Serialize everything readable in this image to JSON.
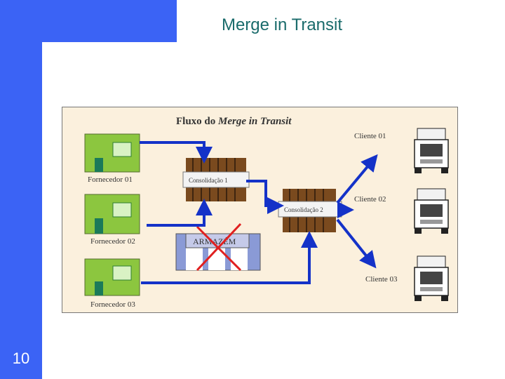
{
  "slide": {
    "title": "Merge in Transit",
    "page_number": "10"
  },
  "diagram": {
    "heading_prefix": "Fluxo do ",
    "heading_italic": "Merge in Transit",
    "suppliers": [
      "Fornecedor 01",
      "Fornecedor 02",
      "Fornecedor 03"
    ],
    "consolidations": [
      "Consolidação 1",
      "Consolidação 2"
    ],
    "warehouse": "ARMAZÉM",
    "clients": [
      "Cliente 01",
      "Cliente 02",
      "Cliente 03"
    ],
    "colors": {
      "background": "#fbf0dd",
      "arrow": "#1432c8",
      "factory": "#8cc63f",
      "crate": "#7a4a1e",
      "cross": "#e02020"
    }
  }
}
